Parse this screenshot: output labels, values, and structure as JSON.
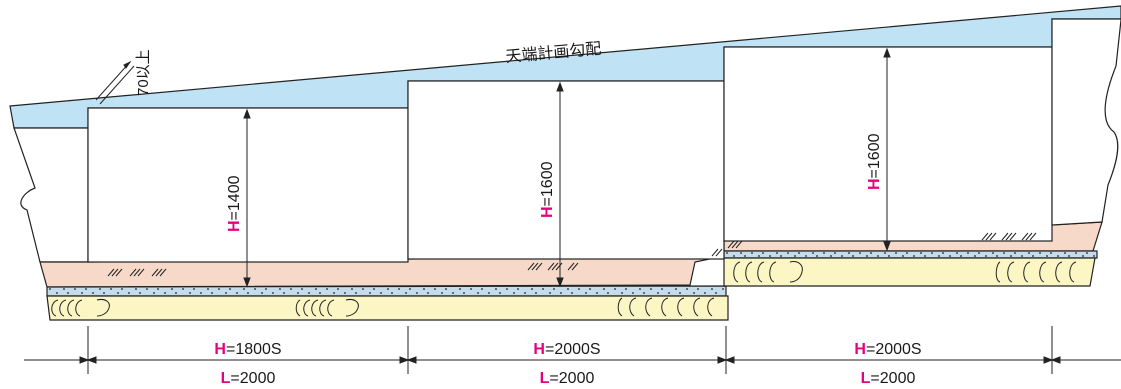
{
  "top_label": "天端計画勾配",
  "overlap_label": "70以上",
  "heights": [
    "H=1400",
    "H=1600",
    "H=1600"
  ],
  "dimensions": [
    {
      "h": "H=1800S",
      "l": "L=2000"
    },
    {
      "h": "H=2000S",
      "l": "L=2000"
    },
    {
      "h": "H=2000S",
      "l": "L=2000"
    }
  ],
  "colors": {
    "cap": "#bfe3f5",
    "backfill": "#f6d9c8",
    "base": "#fbf6c4",
    "gravel": "#c5dced",
    "magenta": "#e6007e"
  }
}
